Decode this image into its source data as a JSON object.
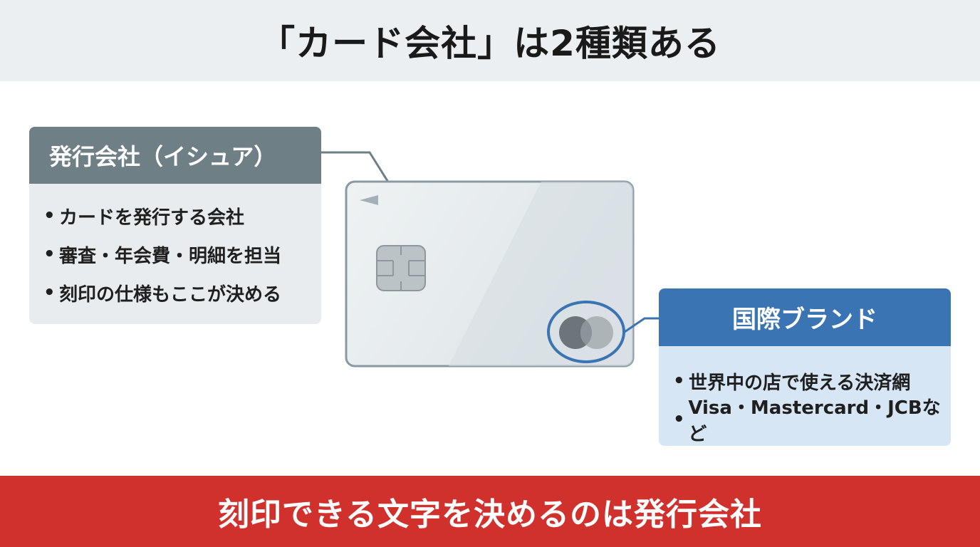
{
  "header": {
    "title": "「カード会社」は2種類ある"
  },
  "issuer": {
    "heading": "発行会社（イシュア）",
    "items": [
      "カードを発行する会社",
      "審査・年会費・明細を担当",
      "刻印の仕様もここが決める"
    ]
  },
  "brand": {
    "heading": "国際ブランド",
    "items": [
      "世界中の店で使える決済網",
      "Visa・Mastercard・JCBなど"
    ]
  },
  "footer": {
    "text": "刻印できる文字を決めるのは発行会社"
  },
  "colors": {
    "header_bg": "#eceff1",
    "footer_bg": "#d0312d",
    "issuer_head": "#6f7f86",
    "issuer_body": "#e9ecee",
    "brand_head": "#3b74b3",
    "brand_body": "#d6e6f5",
    "card_body": "#e3e8ea",
    "card_border": "#8a9aa3"
  },
  "icons": [
    "credit-card-icon",
    "ic-chip-icon",
    "brand-logo-circles-icon",
    "contactless-arrow-icon"
  ]
}
